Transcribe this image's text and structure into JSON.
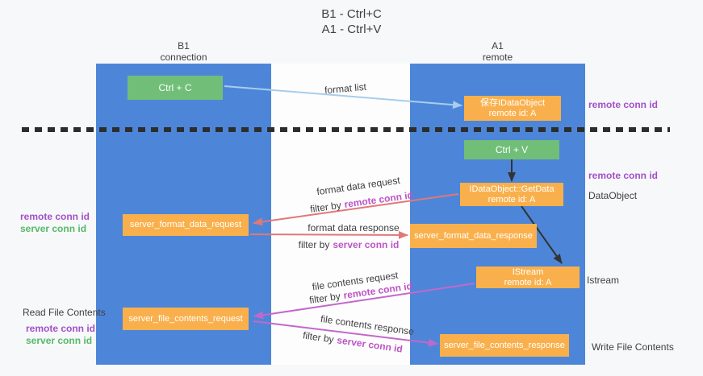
{
  "title": {
    "line1": "B1 - Ctrl+C",
    "line2": "A1 - Ctrl+V"
  },
  "lanes": {
    "left": {
      "name": "B1",
      "subtitle": "connection"
    },
    "right": {
      "name": "A1",
      "subtitle": "remote"
    }
  },
  "nodes": {
    "ctrl_c": {
      "label": "Ctrl + C"
    },
    "save_idataobject": {
      "line1": "保存IDataObject",
      "line2": "remote id: A"
    },
    "ctrl_v": {
      "label": "Ctrl + V"
    },
    "idataobject_getdata": {
      "line1": "IDataObject::GetData",
      "line2": "remote id: A"
    },
    "server_format_data_request": {
      "label": "server_format_data_request"
    },
    "server_format_data_response": {
      "label": "server_format_data_response"
    },
    "istream": {
      "line1": "IStream",
      "line2": "remote id: A"
    },
    "server_file_contents_request": {
      "label": "server_file_contents_request"
    },
    "server_file_contents_response": {
      "label": "server_file_contents_response"
    }
  },
  "edge_labels": {
    "format_list": "format list",
    "format_data_request": "format data request",
    "format_data_response": "format data response",
    "file_contents_request": "file contents request",
    "file_contents_response": "file contents response",
    "filter_by": "filter by"
  },
  "side_labels": {
    "remote_conn_id": "remote conn id",
    "server_conn_id": "server conn id",
    "dataobject": "DataObject",
    "istream": "Istream",
    "read_file_contents": "Read File Contents",
    "write_file_contents": "Write File Contents"
  },
  "colors": {
    "lane_blue": "#4d86d8",
    "node_green": "#71be78",
    "node_orange": "#f9b04c",
    "remote_conn_purple": "#a450c8",
    "server_conn_green": "#56b966",
    "filter_magenta": "#bd54c6",
    "arrow_salmon": "#e07878",
    "arrow_magenta": "#c467cb",
    "arrow_lightblue": "#a7cdec",
    "arrow_black": "#333333",
    "text_dark": "#3f3f3f",
    "background": "#f7f8fa"
  }
}
